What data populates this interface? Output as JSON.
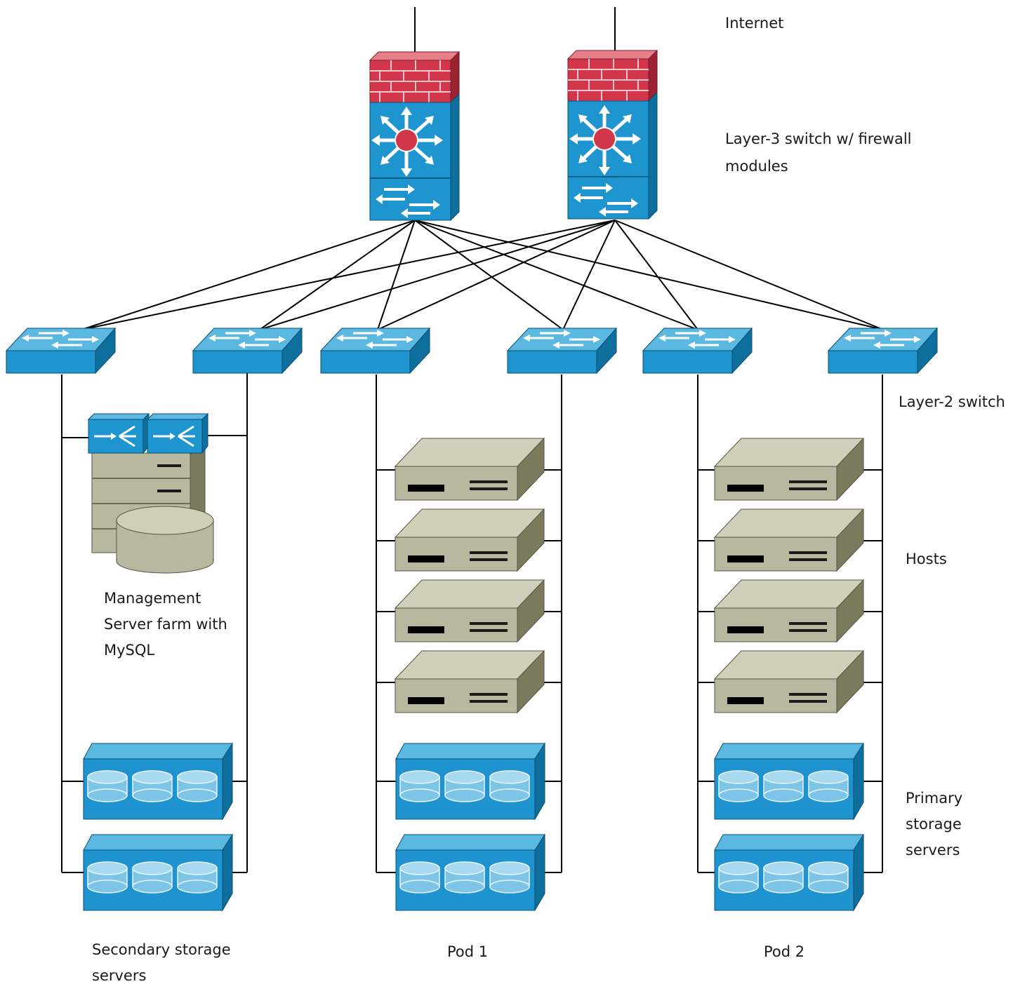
{
  "labels": {
    "internet": "Internet",
    "l3_line1": "Layer-3 switch w/ firewall",
    "l3_line2": "modules",
    "l2": "Layer-2 switch",
    "hosts": "Hosts",
    "mgmt_line1": "Management",
    "mgmt_line2": "Server farm with",
    "mgmt_line3": "MySQL",
    "primary_line1": "Primary",
    "primary_line2": "storage",
    "primary_line3": "servers",
    "secondary_line1": "Secondary storage",
    "secondary_line2": "servers",
    "pod1": "Pod 1",
    "pod2": "Pod 2"
  },
  "icons": {
    "layer3_switch": "layer3-switch-firewall-icon",
    "layer2_switch": "layer2-switch-icon",
    "host": "host-server-icon",
    "storage": "storage-server-icon",
    "management": "management-server-mysql-icon"
  },
  "colors": {
    "firewall_red": "#d2364b",
    "switch_blue": "#1e95cf",
    "switch_blue_dark": "#0e6e9c",
    "host_face": "#b8b7a0",
    "host_side": "#7a7a5c",
    "storage_blue": "#1e93cf",
    "line": "#000000"
  }
}
